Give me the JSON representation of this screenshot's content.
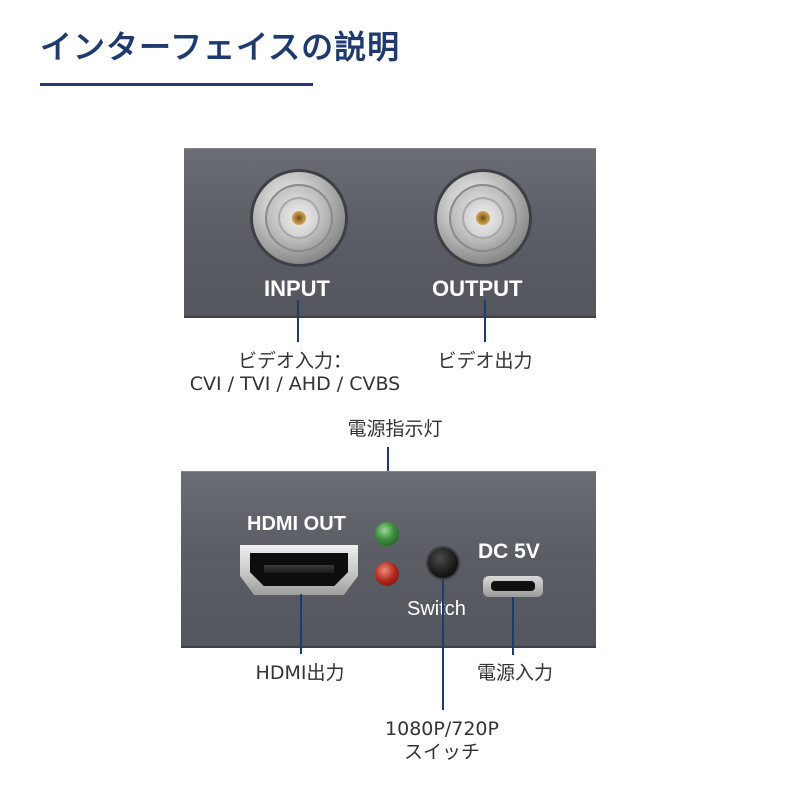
{
  "header": {
    "title": "インターフェイスの説明"
  },
  "top_panel": {
    "input_label": "INPUT",
    "output_label": "OUTPUT",
    "input_callout_line1": "ビデオ入力：",
    "input_callout_line2": "CVI / TVI / AHD / CVBS",
    "output_callout": "ビデオ出力"
  },
  "bottom_panel": {
    "hdmi_label": "HDMI OUT",
    "dc_label": "DC 5V",
    "switch_label": "Switch",
    "led_callout": "電源指示灯",
    "hdmi_callout": "HDMI出力",
    "power_callout": "電源入力",
    "switch_callout_line1": "1080P/720P",
    "switch_callout_line2": "スイッチ"
  },
  "colors": {
    "accent": "#1f3a6e",
    "panel": "#5b5f65",
    "led_green": "#3a8f3a",
    "led_red": "#b0261c"
  },
  "icons": [
    "bnc-input-connector-icon",
    "bnc-output-connector-icon",
    "hdmi-port-icon",
    "power-led-green-icon",
    "power-led-red-icon",
    "switch-button-icon",
    "micro-usb-port-icon"
  ]
}
